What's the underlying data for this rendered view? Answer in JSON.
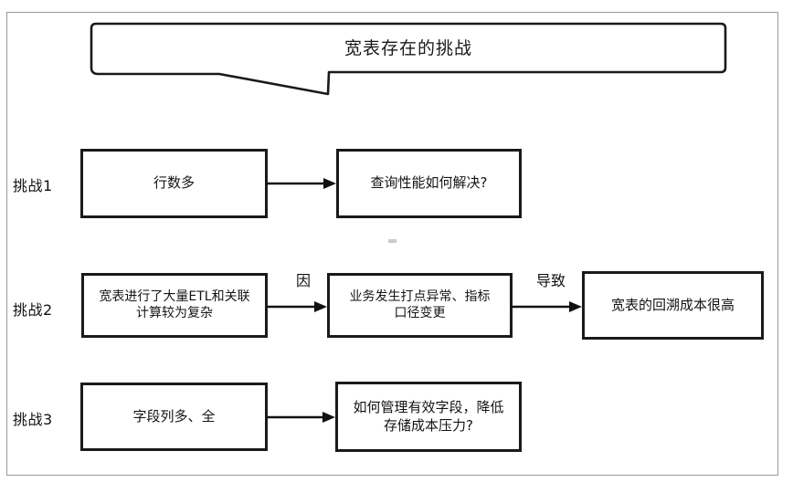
{
  "banner": {
    "title": "宽表存在的挑战"
  },
  "rows": [
    {
      "label": "挑战1",
      "cause": "行数多",
      "effect": "查询性能如何解决?",
      "edge_label": ""
    },
    {
      "label": "挑战2",
      "cause": "宽表进行了大量ETL和关联\n计算较为复杂",
      "middle": "业务发生打点异常、指标\n口径变更",
      "effect": "宽表的回溯成本很高",
      "edge_label_1": "因",
      "edge_label_2": "导致"
    },
    {
      "label": "挑战3",
      "cause": "字段列多、全",
      "effect": "如何管理有效字段，降低\n存储成本压力?",
      "edge_label": ""
    }
  ],
  "style": {
    "box_border_color": "#1a1a1a",
    "frame_color": "#9a9a9a",
    "text_color": "#141414",
    "background": "#ffffff"
  }
}
